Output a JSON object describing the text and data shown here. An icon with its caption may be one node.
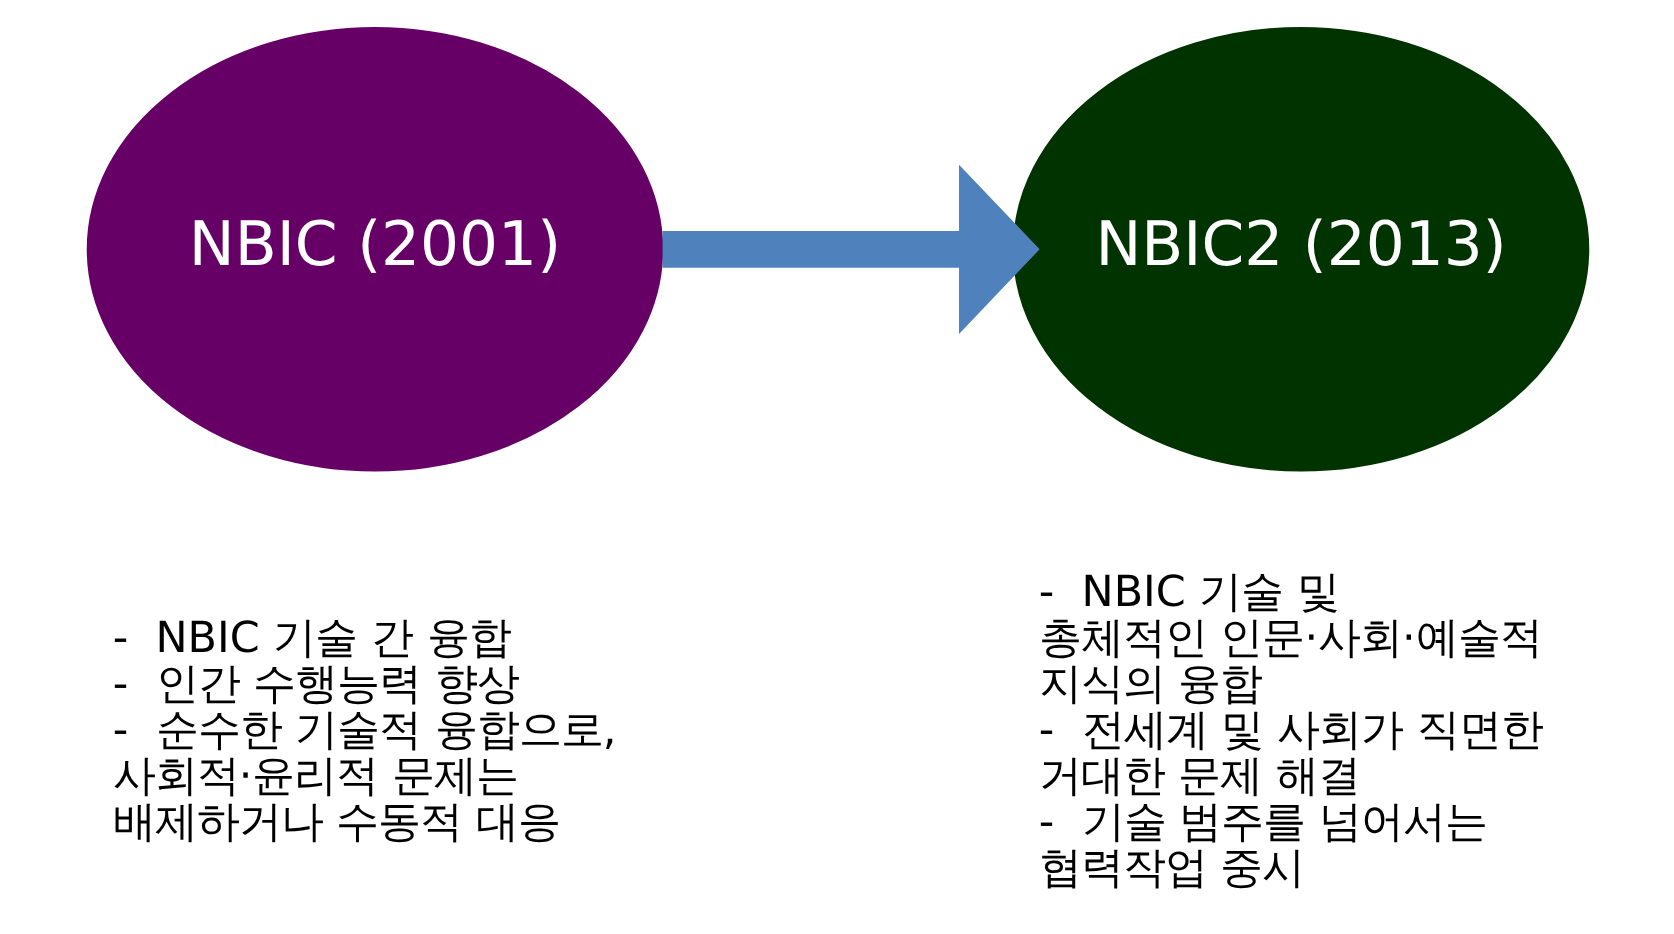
{
  "diagram": {
    "nodes": [
      {
        "text": [
          "NBIC (2001)"
        ],
        "beside": [
          "-  NBIC 기술 간 융합",
          "-  인간 수행능력 향상",
          "-  순수한 기술적 융합으로, 사회적·윤리적 문제는 배제하거나 수동적 대응"
        ]
      },
      {
        "text": [
          "NBIC2 (2013)"
        ],
        "beside": [
          "-  NBIC 기술 및 총체적인 인문·사회·예술적 지식의 융합",
          "-  전세계 및 사회가 직면한 거대한 문제 해결",
          "-  기술 범주를 넘어서는 협력작업 중시"
        ]
      }
    ],
    "edges": [
      {
        "from": 0,
        "to": 1,
        "arrow": "to"
      }
    ]
  }
}
